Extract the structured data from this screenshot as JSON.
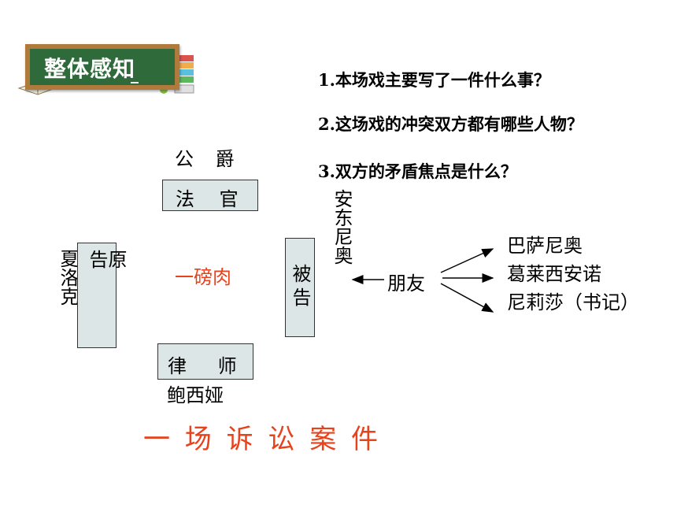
{
  "header": {
    "title": "整体感知"
  },
  "questions": [
    "1.本场戏主要写了一件什么事？",
    "2.这场戏的冲突双方都有哪些人物？",
    "3.双方的矛盾焦点是什么？"
  ],
  "diagram": {
    "duke": "公 爵",
    "judge": "法 官",
    "plaintiff_box": "原 告",
    "plaintiff_name": "夏洛克",
    "center": "一磅肉",
    "defendant_box": "被告",
    "lawyer_box": "律 师",
    "lawyer_name": "鲍西娅",
    "defendant_name": "安东尼奥",
    "friends_label": "朋友",
    "friends": [
      "巴萨尼奥",
      "葛莱西安诺",
      "尼莉莎（书记）"
    ],
    "caption": "一 场 诉 讼 案 件"
  },
  "colors": {
    "accent_red": "#e8421c",
    "box_fill": "#dce6e6",
    "board_green": "#2f6b3a"
  }
}
